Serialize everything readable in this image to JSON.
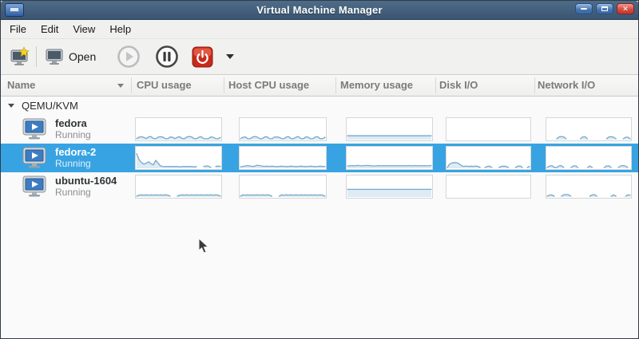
{
  "window": {
    "title": "Virtual Machine Manager"
  },
  "titlebar": {
    "controls": [
      "minimize",
      "maximize",
      "close"
    ]
  },
  "menubar": {
    "items": [
      "File",
      "Edit",
      "View",
      "Help"
    ]
  },
  "toolbar": {
    "open_label": "Open",
    "icons": [
      "new-vm-icon",
      "open-console-icon",
      "play-icon",
      "pause-icon",
      "poweroff-icon",
      "caret-down-icon"
    ]
  },
  "table": {
    "columns": [
      "Name",
      "CPU usage",
      "Host CPU usage",
      "Memory usage",
      "Disk I/O",
      "Network I/O"
    ]
  },
  "tree": {
    "group": "QEMU/KVM"
  },
  "colors": {
    "selection": "#38a3e2",
    "spark_line": "#78a8c8",
    "spark_fill": "#dcebf4",
    "titlebar": "#3f5b78"
  },
  "vms": [
    {
      "name": "fedora",
      "status": "Running",
      "selected": false,
      "charts": {
        "cpu": [
          3,
          11,
          13,
          10,
          3,
          12,
          14,
          4,
          2,
          11,
          13,
          11,
          3,
          2,
          12,
          10,
          3,
          10,
          13,
          3,
          2,
          12,
          14,
          12,
          3,
          2,
          11,
          13,
          3,
          2,
          3,
          12,
          10,
          3,
          2,
          9
        ],
        "host_cpu": [
          2,
          10,
          12,
          3,
          2,
          11,
          14,
          11,
          2,
          3,
          12,
          13,
          3,
          2,
          11,
          12,
          10,
          3,
          2,
          12,
          13,
          2,
          3,
          11,
          14,
          3,
          2,
          12,
          11,
          2,
          3,
          12,
          13,
          2,
          3,
          10
        ],
        "memory": [
          18,
          18,
          18,
          18,
          18,
          18,
          18,
          18,
          18,
          18,
          18,
          18,
          18,
          18,
          18,
          18,
          18,
          18,
          18,
          18,
          18,
          18,
          18,
          18,
          18,
          18,
          18,
          18,
          18,
          18,
          18,
          18,
          18,
          18,
          18,
          18
        ],
        "disk": [],
        "network": [
          null,
          null,
          null,
          null,
          2,
          12,
          14,
          12,
          2,
          null,
          null,
          null,
          null,
          null,
          2,
          12,
          13,
          2,
          null,
          null,
          null,
          null,
          null,
          null,
          null,
          2,
          12,
          13,
          11,
          2,
          null,
          null,
          2,
          10,
          11,
          2
        ]
      }
    },
    {
      "name": "fedora-2",
      "status": "Running",
      "selected": true,
      "charts": {
        "cpu": [
          75,
          45,
          28,
          20,
          24,
          32,
          22,
          16,
          40,
          24,
          10,
          8,
          7,
          8,
          7,
          8,
          7,
          8,
          6,
          7,
          8,
          7,
          8,
          7,
          6,
          7,
          null,
          null,
          8,
          10,
          9,
          3,
          null,
          8,
          10,
          8
        ],
        "host_cpu": [
          6,
          8,
          10,
          12,
          10,
          8,
          9,
          14,
          12,
          9,
          8,
          9,
          8,
          9,
          8,
          7,
          8,
          9,
          8,
          7,
          8,
          9,
          8,
          7,
          8,
          9,
          8,
          7,
          8,
          9,
          8,
          7,
          8,
          9,
          8,
          8
        ],
        "memory": [
          10,
          11,
          12,
          11,
          13,
          12,
          11,
          12,
          13,
          12,
          11,
          10,
          11,
          12,
          11,
          12,
          11,
          12,
          11,
          12,
          11,
          12,
          11,
          12,
          11,
          12,
          12,
          11,
          12,
          11,
          12,
          11,
          12,
          11,
          12,
          12
        ],
        "disk": [
          2,
          20,
          26,
          28,
          27,
          22,
          12,
          8,
          10,
          8,
          9,
          8,
          10,
          8,
          2,
          null,
          2,
          8,
          9,
          2,
          null,
          null,
          2,
          8,
          9,
          8,
          2,
          null,
          null,
          2,
          9,
          10,
          2,
          null,
          2,
          8
        ],
        "network": [
          2,
          10,
          12,
          3,
          2,
          11,
          12,
          2,
          null,
          null,
          2,
          10,
          11,
          2,
          null,
          null,
          null,
          2,
          10,
          2,
          null,
          null,
          null,
          null,
          2,
          10,
          11,
          2,
          null,
          null,
          2,
          11,
          12,
          10,
          2,
          null
        ]
      }
    },
    {
      "name": "ubuntu-1604",
      "status": "Running",
      "selected": false,
      "charts": {
        "cpu": [
          2,
          8,
          9,
          8,
          9,
          8,
          9,
          8,
          9,
          8,
          9,
          8,
          9,
          8,
          2,
          null,
          null,
          2,
          8,
          9,
          8,
          9,
          8,
          9,
          8,
          9,
          8,
          9,
          8,
          9,
          8,
          9,
          8,
          9,
          8,
          2
        ],
        "host_cpu": [
          2,
          9,
          8,
          9,
          8,
          9,
          8,
          9,
          8,
          9,
          8,
          9,
          8,
          2,
          null,
          null,
          2,
          9,
          8,
          9,
          8,
          9,
          8,
          9,
          8,
          9,
          8,
          9,
          8,
          9,
          8,
          9,
          8,
          9,
          8,
          2
        ],
        "memory": [
          38,
          38,
          38,
          38,
          38,
          38,
          38,
          38,
          38,
          38,
          38,
          38,
          38,
          38,
          38,
          38,
          38,
          38,
          38,
          38,
          38,
          38,
          38,
          38,
          38,
          38,
          38,
          38,
          38,
          38,
          38,
          38,
          38,
          38,
          38,
          38
        ],
        "disk": [],
        "network": [
          2,
          8,
          9,
          2,
          null,
          null,
          2,
          10,
          11,
          10,
          2,
          null,
          null,
          null,
          null,
          null,
          null,
          null,
          2,
          9,
          10,
          2,
          null,
          null,
          null,
          null,
          null,
          2,
          9,
          2,
          null,
          null,
          null,
          2,
          9,
          8
        ]
      }
    }
  ]
}
